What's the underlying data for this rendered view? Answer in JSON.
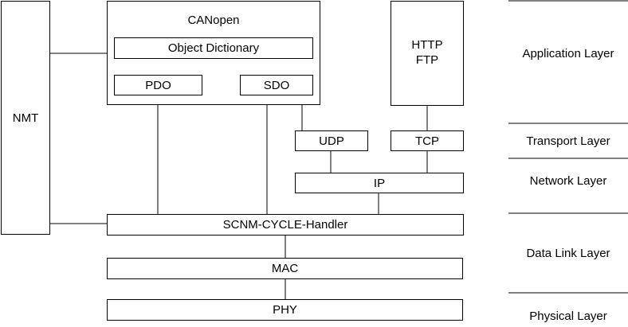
{
  "blocks": {
    "nmt": "NMT",
    "canopen": "CANopen",
    "object_dictionary": "Object Dictionary",
    "pdo": "PDO",
    "sdo": "SDO",
    "http_ftp": "HTTP\nFTP",
    "udp": "UDP",
    "tcp": "TCP",
    "ip": "IP",
    "scnm": "SCNM-CYCLE-Handler",
    "mac": "MAC",
    "phy": "PHY"
  },
  "layers": {
    "application": "Application Layer",
    "transport": "Transport Layer",
    "network": "Network Layer",
    "data_link": "Data Link Layer",
    "physical": "Physical Layer"
  }
}
